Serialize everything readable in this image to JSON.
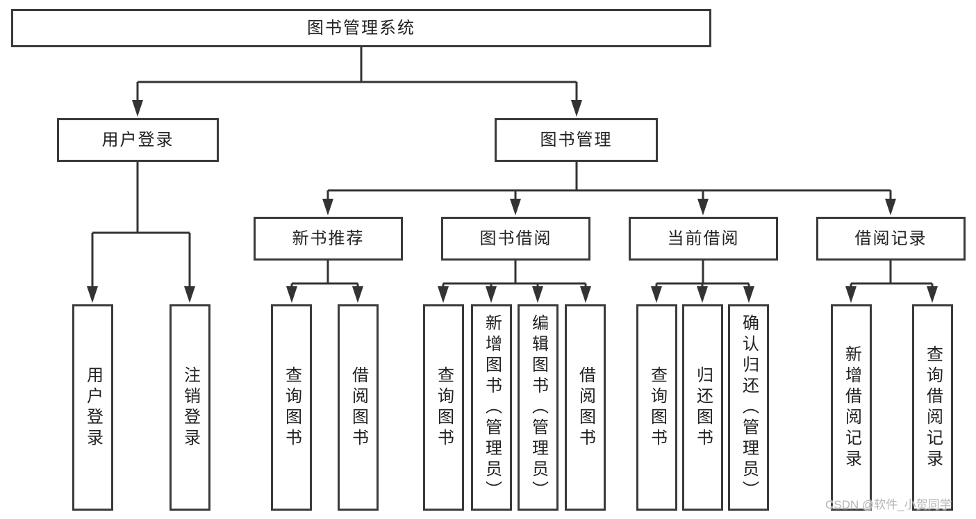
{
  "diagram": {
    "title": "图书管理系统",
    "level2": {
      "user_login": "用户登录",
      "book_management": "图书管理"
    },
    "level3": {
      "new_book_recommend": "新书推荐",
      "book_borrow": "图书借阅",
      "current_borrow": "当前借阅",
      "borrow_records": "借阅记录"
    },
    "leaves": {
      "user_login": [
        "用户登录",
        "注销登录"
      ],
      "new_book_recommend": [
        "查询图书",
        "借阅图书"
      ],
      "book_borrow": [
        "查询图书",
        "新增图书（管理员）",
        "编辑图书（管理员）",
        "借阅图书"
      ],
      "current_borrow": [
        "查询图书",
        "归还图书",
        "确认归还（管理员）"
      ],
      "borrow_records": [
        "新增借阅记录",
        "查询借阅记录"
      ]
    },
    "watermark": "CSDN @软件_小贺同学",
    "colors": {
      "line": "#333333",
      "box_border": "#3a3a3a",
      "text": "#222222",
      "watermark": "#b5b5b5",
      "background": "#ffffff"
    }
  }
}
